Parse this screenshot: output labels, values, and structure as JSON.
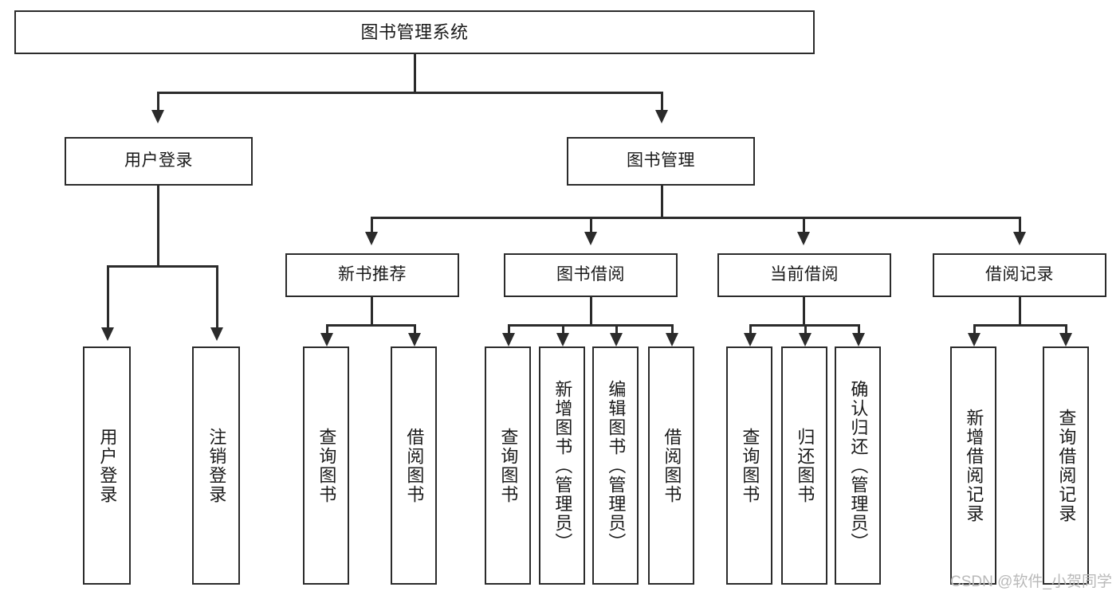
{
  "diagram": {
    "title": "图书管理系统",
    "root": {
      "label": "图书管理系统"
    },
    "level1": [
      {
        "label": "用户登录"
      },
      {
        "label": "图书管理"
      }
    ],
    "level2": [
      {
        "label": "新书推荐"
      },
      {
        "label": "图书借阅"
      },
      {
        "label": "当前借阅"
      },
      {
        "label": "借阅记录"
      }
    ],
    "leaves": {
      "user_login": [
        {
          "label": "用户登录"
        },
        {
          "label": "注销登录"
        }
      ],
      "new_book_recommend": [
        {
          "label": "查询图书"
        },
        {
          "label": "借阅图书"
        }
      ],
      "book_borrow": [
        {
          "label": "查询图书"
        },
        {
          "label": "新增图书（管理员）"
        },
        {
          "label": "编辑图书（管理员）"
        },
        {
          "label": "借阅图书"
        }
      ],
      "current_borrow": [
        {
          "label": "查询图书"
        },
        {
          "label": "归还图书"
        },
        {
          "label": "确认归还（管理员）"
        }
      ],
      "borrow_record": [
        {
          "label": "新增借阅记录"
        },
        {
          "label": "查询借阅记录"
        }
      ]
    }
  },
  "watermark": {
    "text": "CSDN @软件_小贺同学"
  },
  "colors": {
    "stroke": "#2b2b2b",
    "background": "#ffffff",
    "text": "#1a1a1a",
    "watermark": "#b9b9b9"
  }
}
